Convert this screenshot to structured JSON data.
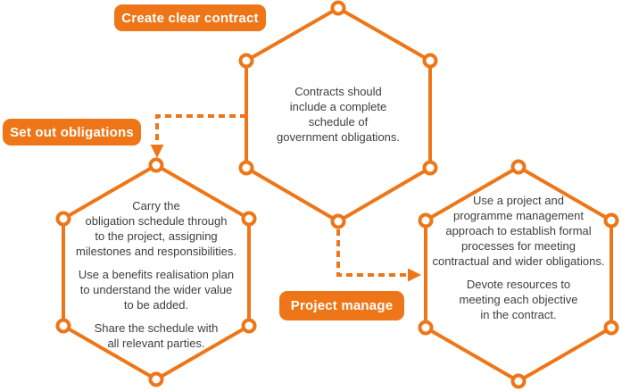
{
  "colors": {
    "accent": "#EE7618",
    "text": "#3E3E3E",
    "label_text": "#FFFFFF",
    "background": "#FFFFFF"
  },
  "hexagons": {
    "contract": {
      "label": "Create clear contract",
      "paragraphs": [
        [
          "Contracts should",
          "include a complete",
          "schedule of",
          "government obligations."
        ]
      ]
    },
    "obligations": {
      "label": "Set out obligations",
      "paragraphs": [
        [
          "Carry the",
          "obligation schedule through",
          "to the project, assigning",
          "milestones and responsibilities."
        ],
        [
          "Use a benefits realisation plan",
          "to understand the wider value",
          "to be added."
        ],
        [
          "Share the schedule with",
          "all relevant parties."
        ]
      ]
    },
    "project": {
      "label": "Project manage",
      "paragraphs": [
        [
          "Use a project and",
          "programme management",
          "approach to establish formal",
          "processes for meeting",
          "contractual and wider obligations."
        ],
        [
          "Devote resources to",
          "meeting each objective",
          "in the contract."
        ]
      ]
    }
  }
}
